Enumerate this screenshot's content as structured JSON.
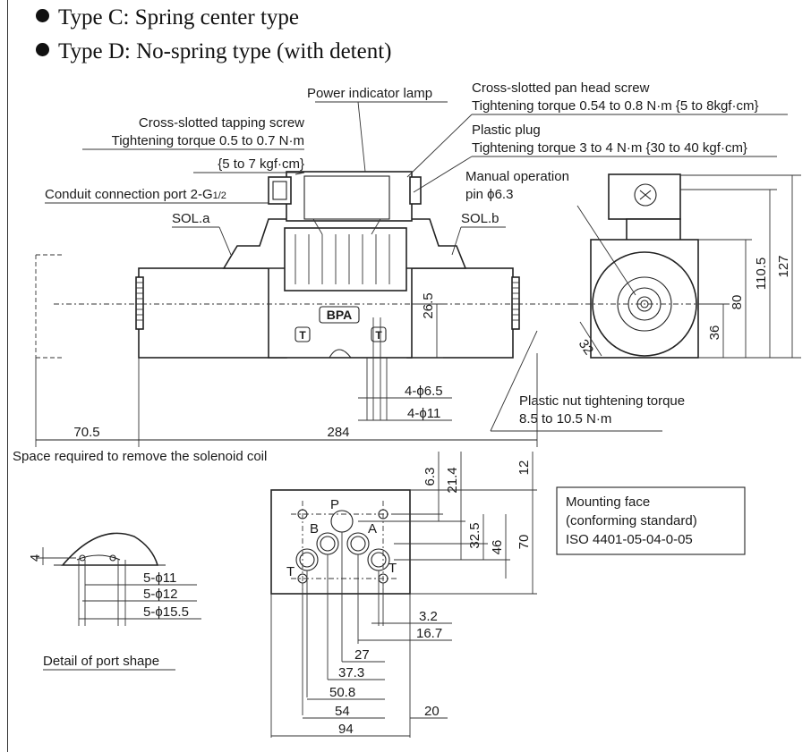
{
  "headings": [
    "Type C: Spring center type",
    "Type D: No-spring type (with detent)"
  ],
  "labels": {
    "power_lamp": "Power indicator lamp",
    "pan_head_1": "Cross-slotted pan head screw",
    "pan_head_2": "Tightening torque 0.54 to 0.8 N·m {5 to 8kgf·cm}",
    "tapping_1": "Cross-slotted tapping screw",
    "tapping_2": "Tightening torque 0.5 to 0.7 N·m",
    "tapping_3": "{5 to 7 kgf·cm}",
    "plug_1": "Plastic plug",
    "plug_2": "Tightening torque 3 to 4 N·m {30 to 40 kgf·cm}",
    "conduit_a": "Conduit connection port 2-G",
    "conduit_b": "1/2",
    "manual_1": "Manual operation",
    "manual_2": "pin ϕ6.3",
    "sol_a": "SOL.a",
    "sol_b": "SOL.b",
    "nut_1": "Plastic nut tightening torque",
    "nut_2": "8.5 to 10.5 N·m",
    "space_removal": "Space required to remove the solenoid coil",
    "port_detail": "Detail of port shape",
    "mount_1": "Mounting face",
    "mount_2": "(conforming standard)",
    "mount_3": "ISO 4401-05-04-0-05",
    "brand": "BPA",
    "t_mark": "T",
    "port_p": "P",
    "port_a": "A",
    "port_b": "B",
    "port_t": "T"
  },
  "dimensions": {
    "d26_5": "26.5",
    "d4_65": "4-ϕ6.5",
    "d4_11": "4-ϕ11",
    "d70_5": "70.5",
    "d284": "284",
    "d32": "32",
    "d36": "36",
    "d80": "80",
    "d110_5": "110.5",
    "d127": "127",
    "d6_3": "6.3",
    "d21_4": "21.4",
    "d12": "12",
    "d32_5": "32.5",
    "d46": "46",
    "d70": "70",
    "d3_2": "3.2",
    "d16_7": "16.7",
    "d27": "27",
    "d37_3": "37.3",
    "d50_8": "50.8",
    "d54": "54",
    "d20": "20",
    "d94": "94",
    "d4": "4",
    "d5_11": "5-ϕ11",
    "d5_12": "5-ϕ12",
    "d5_15_5": "5-ϕ15.5"
  }
}
